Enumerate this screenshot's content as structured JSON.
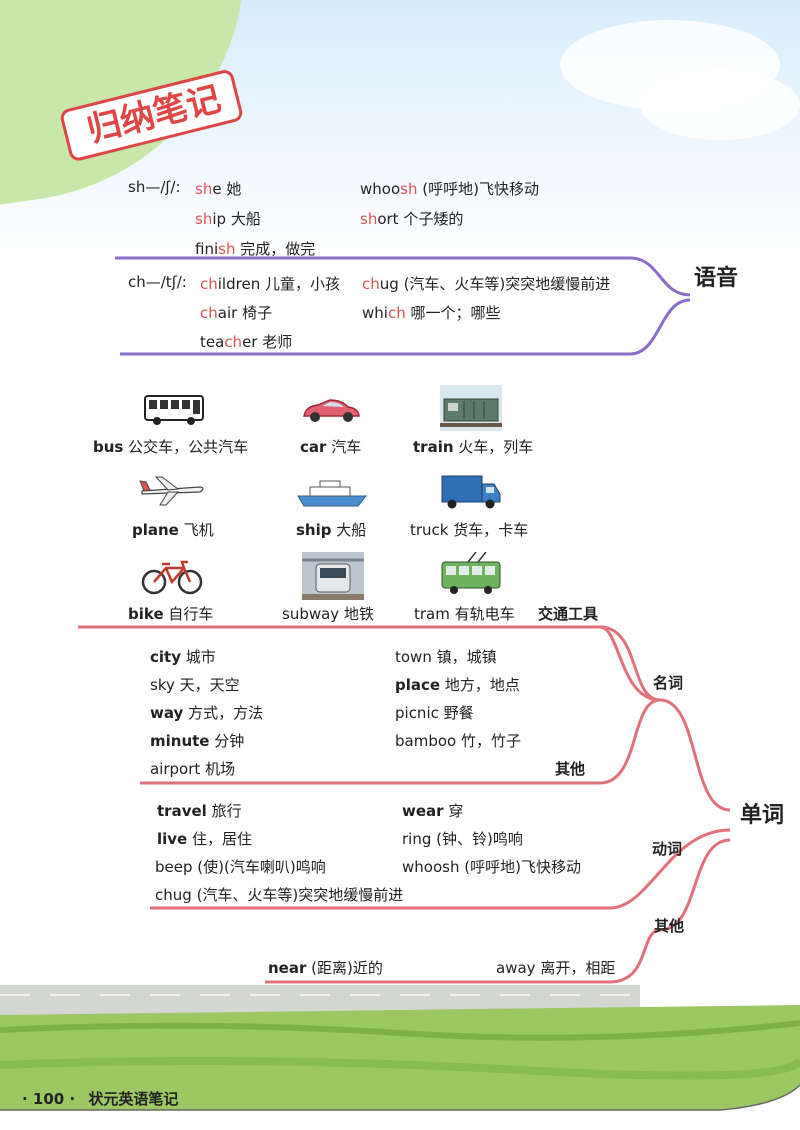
{
  "header": {
    "title": "归纳笔记"
  },
  "phonics": {
    "category": "语音",
    "sh": {
      "label": "sh—/ʃ/:",
      "words": [
        {
          "pre": "",
          "hl": "sh",
          "post": "e",
          "meaning": "她"
        },
        {
          "pre": "",
          "hl": "sh",
          "post": "ip",
          "meaning": "大船"
        },
        {
          "pre": "fini",
          "hl": "sh",
          "post": "",
          "meaning": "完成，做完"
        },
        {
          "pre": "whoo",
          "hl": "sh",
          "post": "",
          "meaning": "(呼呼地)飞快移动"
        },
        {
          "pre": "",
          "hl": "sh",
          "post": "ort",
          "meaning": "个子矮的"
        }
      ]
    },
    "ch": {
      "label": "ch—/tʃ/:",
      "words": [
        {
          "pre": "",
          "hl": "ch",
          "post": "ildren",
          "meaning": "儿童，小孩"
        },
        {
          "pre": "",
          "hl": "ch",
          "post": "air",
          "meaning": "椅子"
        },
        {
          "pre": "tea",
          "hl": "ch",
          "post": "er",
          "meaning": "老师"
        },
        {
          "pre": "",
          "hl": "ch",
          "post": "ug",
          "meaning": "(汽车、火车等)突突地缓慢前进"
        },
        {
          "pre": "whi",
          "hl": "ch",
          "post": "",
          "meaning": "哪一个；哪些"
        }
      ]
    }
  },
  "vehicles": {
    "category": "交通工具",
    "items": [
      {
        "word": "bus",
        "meaning": "公交车，公共汽车"
      },
      {
        "word": "car",
        "meaning": "汽车"
      },
      {
        "word": "train",
        "meaning": "火车，列车"
      },
      {
        "word": "plane",
        "meaning": "飞机"
      },
      {
        "word": "ship",
        "meaning": "大船"
      },
      {
        "word": "truck",
        "meaning": "货车，卡车"
      },
      {
        "word": "bike",
        "meaning": "自行车"
      },
      {
        "word": "subway",
        "meaning": "地铁"
      },
      {
        "word": "tram",
        "meaning": "有轨电车"
      }
    ]
  },
  "words": {
    "category": "单词",
    "nouns": {
      "category": "名词",
      "other_label": "其他",
      "items": [
        {
          "word": "city",
          "meaning": "城市"
        },
        {
          "word": "sky",
          "meaning": "天，天空"
        },
        {
          "word": "way",
          "meaning": "方式，方法"
        },
        {
          "word": "minute",
          "meaning": "分钟"
        },
        {
          "word": "airport",
          "meaning": "机场"
        },
        {
          "word": "town",
          "meaning": "镇，城镇"
        },
        {
          "word": "place",
          "meaning": "地方，地点"
        },
        {
          "word": "picnic",
          "meaning": "野餐"
        },
        {
          "word": "bamboo",
          "meaning": "竹，竹子"
        }
      ]
    },
    "verbs": {
      "category": "动词",
      "items": [
        {
          "word": "travel",
          "meaning": "旅行"
        },
        {
          "word": "live",
          "meaning": "住，居住"
        },
        {
          "word": "beep",
          "meaning": "(使)(汽车喇叭)鸣响"
        },
        {
          "word": "chug",
          "meaning": "(汽车、火车等)突突地缓慢前进"
        },
        {
          "word": "wear",
          "meaning": "穿"
        },
        {
          "word": "ring",
          "meaning": "(钟、铃)鸣响"
        },
        {
          "word": "whoosh",
          "meaning": "(呼呼地)飞快移动"
        }
      ]
    },
    "other": {
      "category": "其他",
      "items": [
        {
          "word": "near",
          "meaning": "(距离)近的"
        },
        {
          "word": "away",
          "meaning": "离开，相距"
        }
      ]
    }
  },
  "footer": {
    "page": "· 100 ·",
    "book": "状元英语笔记"
  },
  "colors": {
    "branch": "#e0707a",
    "purple": "#8a6cc9",
    "highlight": "#d9534f",
    "title_red": "#e04545"
  }
}
